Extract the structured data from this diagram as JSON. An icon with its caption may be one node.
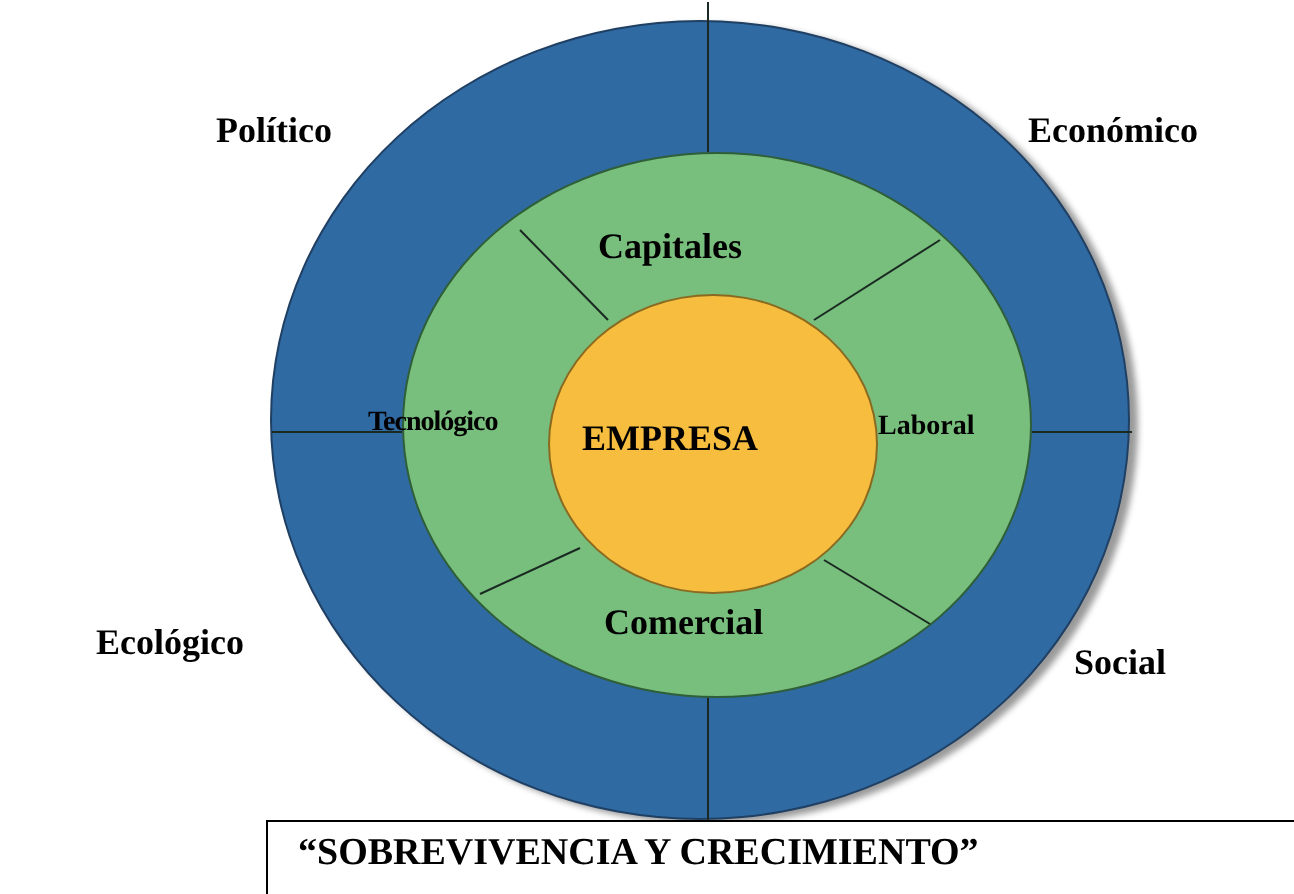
{
  "diagram": {
    "nodes": [
      {
        "text": [],
        "shape": "circle",
        "beside": [
          "Político",
          "Económico",
          "Ecológico",
          "Social"
        ]
      },
      {
        "text": [
          "Capitales",
          "Tecnológico",
          "Laboral",
          "Comercial"
        ],
        "in": 0
      },
      {
        "text": [
          "EMPRESA"
        ],
        "in": 1
      },
      {
        "text": [
          "“SOBREVIVENCIA Y CRECIMIENTO”"
        ]
      }
    ]
  }
}
